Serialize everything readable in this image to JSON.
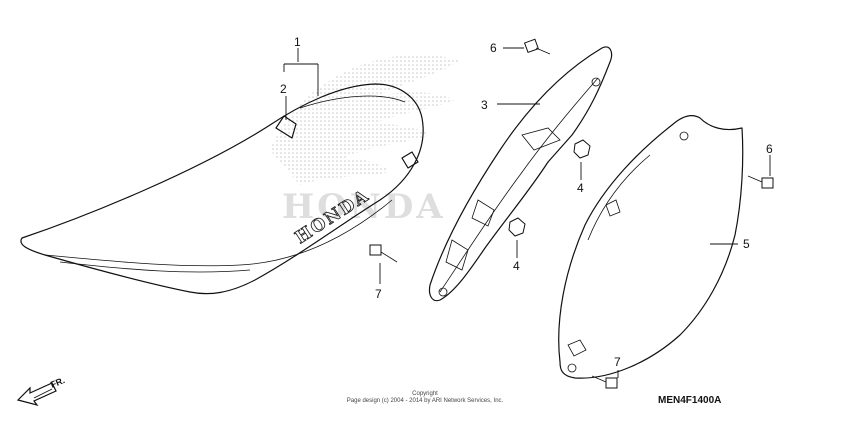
{
  "callouts": {
    "c1": "1",
    "c2": "2",
    "c3": "3",
    "c4a": "4",
    "c4b": "4",
    "c5": "5",
    "c6a": "6",
    "c6b": "6",
    "c7a": "7",
    "c7b": "7"
  },
  "seat_emblem": "HONDA",
  "direction_label": "FR.",
  "copyright_line1": "Copyright",
  "copyright_line2": "Page design (c) 2004 - 2014 by ARI Network Services, Inc.",
  "reference_code": "MEN4F1400A",
  "watermark": "HONDA"
}
